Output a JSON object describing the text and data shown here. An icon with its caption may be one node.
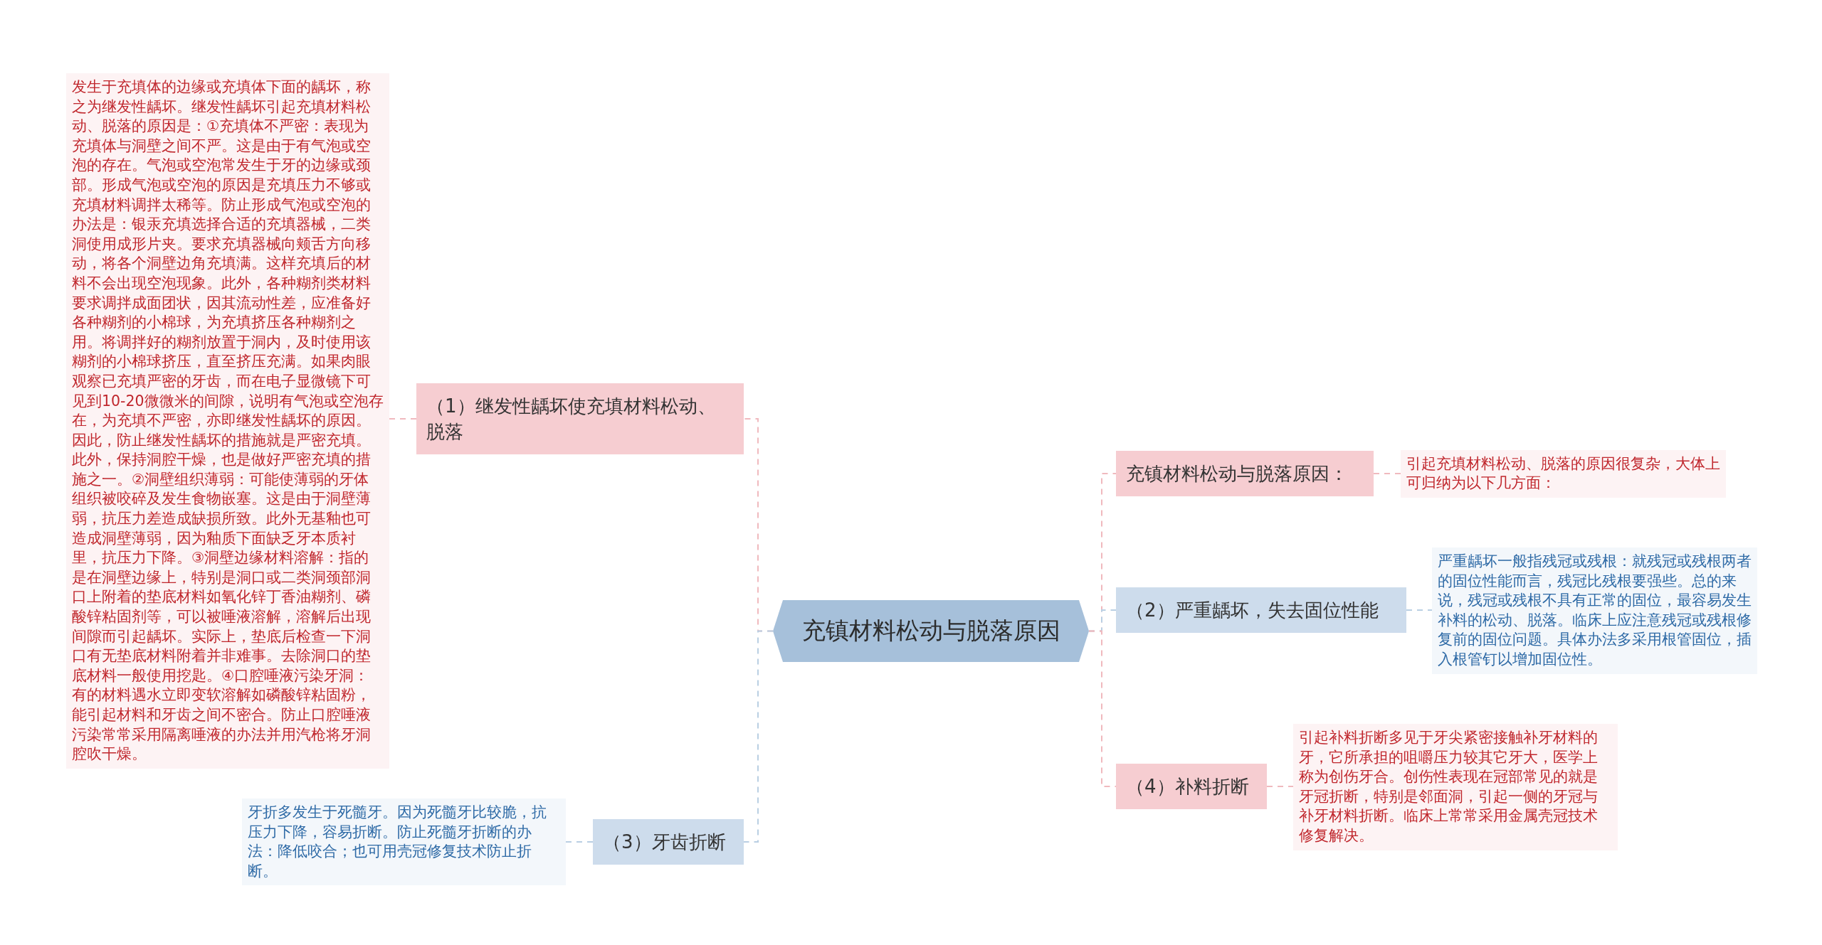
{
  "diagram": {
    "nodes": [
      {
        "text": [
          "充镇材料松动与脱落原因"
        ]
      },
      {
        "text": [
          "（1）继发性龋坏使充填材料松动、脱落"
        ]
      },
      {
        "text": [
          "发生于充填体的边缘或充填体下面的龋坏，称之为继发性龋坏。继发性龋坏引起充填材料松动、脱落的原因是：①充填体不严密：表现为充填体与洞壁之间不严。这是由于有气泡或空泡的存在。气泡或空泡常发生于牙的边缘或颈部。形成气泡或空泡的原因是充填压力不够或充填材料调拌太稀等。防止形成气泡或空泡的办法是：银汞充填选择合适的充填器械，二类洞使用成形片夹。要求充填器械向颊舌方向移动，将各个洞壁边角充填满。这样充填后的材料不会出现空泡现象。此外，各种糊剂类材料要求调拌成面团状，因其流动性差，应准备好各种糊剂的小棉球，为充填挤压各种糊剂之用。将调拌好的糊剂放置于洞内，及时使用该糊剂的小棉球挤压，直至挤压充满。如果肉眼观察已充填严密的牙齿，而在电子显微镜下可见到10-20微微米的间隙，说明有气泡或空泡存在，为充填不严密，亦即继发性龋坏的原因。因此，防止继发性龋坏的措施就是严密充填。此外，保持洞腔干燥，也是做好严密充填的措施之一。②洞壁组织薄弱：可能使薄弱的牙体组织被咬碎及发生食物嵌塞。这是由于洞壁薄弱，抗压力差造成缺损所致。此外无基釉也可造成洞壁薄弱，因为釉质下面缺乏牙本质衬里，抗压力下降。③洞壁边缘材料溶解：指的是在洞壁边缘上，特别是洞口或二类洞颈部洞口上附着的垫底材料如氧化锌丁香油糊剂、磷酸锌粘固剂等，可以被唾液溶解，溶解后出现间隙而引起龋坏。实际上，垫底后检查一下洞口有无垫底材料附着并非难事。去除洞口的垫底材料一般使用挖匙。④口腔唾液污染牙洞：有的材料遇水立即变软溶解如磷酸锌粘固粉，能引起材料和牙齿之间不密合。防止口腔唾液污染常常采用隔离唾液的办法并用汽枪将牙洞腔吹干燥。"
        ]
      },
      {
        "text": [
          "（3）牙齿折断"
        ]
      },
      {
        "text": [
          "牙折多发生于死髓牙。因为死髓牙比较脆，抗压力下降，容易折断。防止死髓牙折断的办法：降低咬合；也可用壳冠修复技术防止折断。"
        ]
      },
      {
        "text": [
          "充镇材料松动与脱落原因："
        ]
      },
      {
        "text": [
          "引起充填材料松动、脱落的原因很复杂，大体上可归纳为以下几方面："
        ]
      },
      {
        "text": [
          "（2）严重龋坏，失去固位性能"
        ]
      },
      {
        "text": [
          "严重龋坏一般指残冠或残根：就残冠或残根两者的固位性能而言，残冠比残根要强些。总的来说，残冠或残根不具有正常的固位，最容易发生补料的松动、脱落。临床上应注意残冠或残根修复前的固位问题。具体办法多采用根管固位，插入根管钉以增加固位性。"
        ]
      },
      {
        "text": [
          "（4）补料折断"
        ]
      },
      {
        "text": [
          "引起补料折断多见于牙尖紧密接触补牙材料的牙，它所承担的咀嚼压力较其它牙大，医学上称为创伤牙合。创伤性表现在冠部常见的就是牙冠折断，特别是邻面洞，引起一侧的牙冠与补牙材料折断。临床上常常采用金属壳冠技术修复解决。"
        ]
      }
    ],
    "edges": [
      {
        "from": 0,
        "to": 1,
        "arrow": "none",
        "style": "dashed"
      },
      {
        "from": 1,
        "to": 2,
        "arrow": "none",
        "style": "dashed"
      },
      {
        "from": 0,
        "to": 3,
        "arrow": "none",
        "style": "dashed",
        "color": "#b9cfe3"
      },
      {
        "from": 3,
        "to": 4,
        "arrow": "none",
        "style": "dashed",
        "color": "#b9cfe3"
      },
      {
        "from": 0,
        "to": 5,
        "arrow": "none",
        "style": "dashed"
      },
      {
        "from": 5,
        "to": 6,
        "arrow": "none",
        "style": "dashed"
      },
      {
        "from": 0,
        "to": 7,
        "arrow": "none",
        "style": "dashed",
        "color": "#b9cfe3"
      },
      {
        "from": 7,
        "to": 8,
        "arrow": "none",
        "style": "dashed",
        "color": "#b9cfe3"
      },
      {
        "from": 0,
        "to": 9,
        "arrow": "none",
        "style": "dashed"
      },
      {
        "from": 9,
        "to": 10,
        "arrow": "none",
        "style": "dashed"
      }
    ]
  }
}
